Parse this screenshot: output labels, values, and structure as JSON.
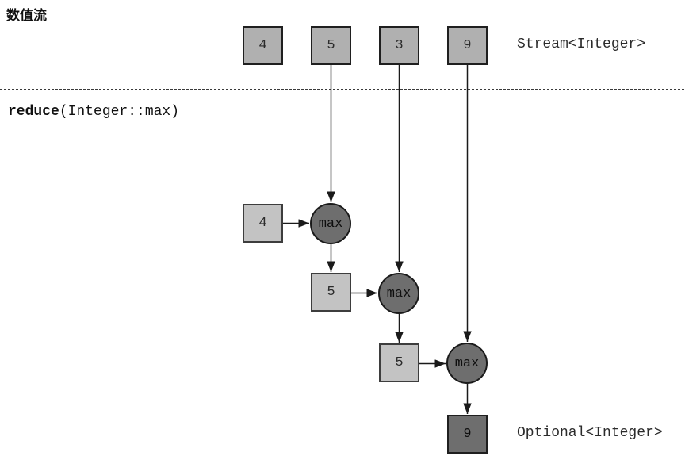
{
  "title": "数值流",
  "stream": {
    "values": [
      "4",
      "5",
      "3",
      "9"
    ],
    "type_label": "Stream<Integer>"
  },
  "operation": {
    "name": "reduce",
    "args": "(Integer::max)"
  },
  "stages": [
    {
      "accumulator": "4",
      "op": "max"
    },
    {
      "accumulator": "5",
      "op": "max"
    },
    {
      "accumulator": "5",
      "op": "max"
    }
  ],
  "result": {
    "value": "9",
    "type_label": "Optional<Integer>"
  },
  "colors": {
    "stream_box_fill": "#b0b0b0",
    "stage_box_fill": "#c3c3c3",
    "op_circle_fill": "#6e6e6e",
    "result_box_fill": "#6e6e6e",
    "line": "#1a1a1a"
  }
}
